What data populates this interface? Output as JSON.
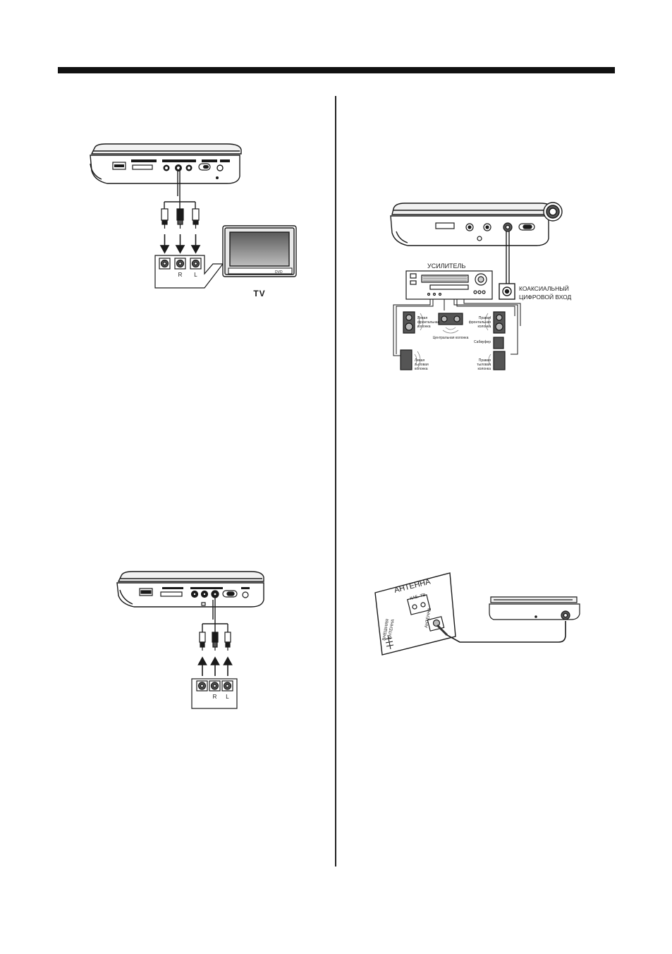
{
  "figures": {
    "tv_connection": {
      "jack_r": "R",
      "jack_l": "L",
      "tv_label": "TV"
    },
    "amplifier_connection": {
      "amplifier_label": "УСИЛИТЕЛЬ",
      "coax_input_line1": "КОАКСИАЛЬНЫЙ",
      "coax_input_line2": "ЦИФРОВОЙ ВХОД",
      "front_left_speaker": [
        "Левая",
        "фронтальная",
        "колонка"
      ],
      "front_right_speaker": [
        "Правая",
        "фронтальная",
        "колонка"
      ],
      "center_speaker": "Центральная колонка",
      "subwoofer": "Сабвуфер",
      "rear_left_speaker": [
        "Левая",
        "тыловая",
        "колонка"
      ],
      "rear_right_speaker": [
        "Правая",
        "тыловая",
        "колонка"
      ]
    },
    "av_input_connection": {
      "jack_r": "R",
      "jack_l": "L"
    },
    "antenna_connection": {
      "wall_title": "АНТЕННА",
      "cable_tv": "КАБ. ТВ",
      "external_antenna_line1": "ВНЕШНЯЯ",
      "external_antenna_line2": "АНТЕННА",
      "antenna_socket": "АНТЕННА"
    }
  },
  "colors": {
    "ink": "#1a1a1a",
    "screen_gradient_top": "#5a5a5a",
    "screen_gradient_bottom": "#bdbdbd"
  }
}
